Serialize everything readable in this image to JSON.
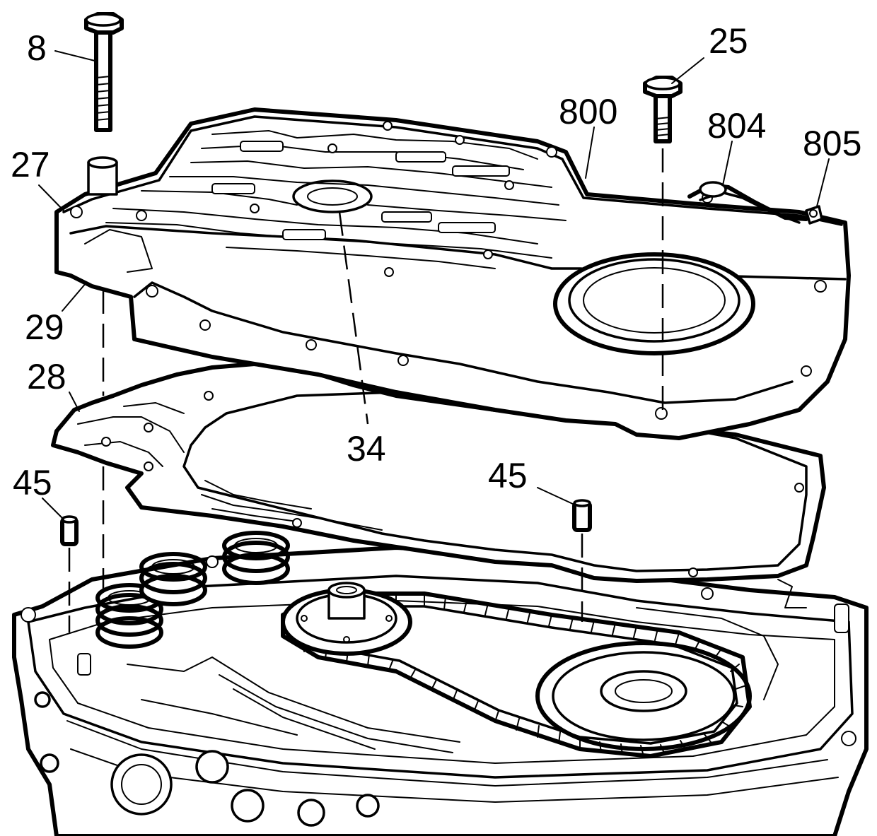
{
  "figure": {
    "callouts": [
      {
        "id": "8",
        "text": "8"
      },
      {
        "id": "25",
        "text": "25"
      },
      {
        "id": "800",
        "text": "800"
      },
      {
        "id": "804",
        "text": "804"
      },
      {
        "id": "805",
        "text": "805"
      },
      {
        "id": "27",
        "text": "27"
      },
      {
        "id": "29",
        "text": "29"
      },
      {
        "id": "28",
        "text": "28"
      },
      {
        "id": "34",
        "text": "34"
      },
      {
        "id": "45a",
        "text": "45"
      },
      {
        "id": "45b",
        "text": "45"
      }
    ],
    "line_color": "#000000",
    "background": "#ffffff"
  }
}
